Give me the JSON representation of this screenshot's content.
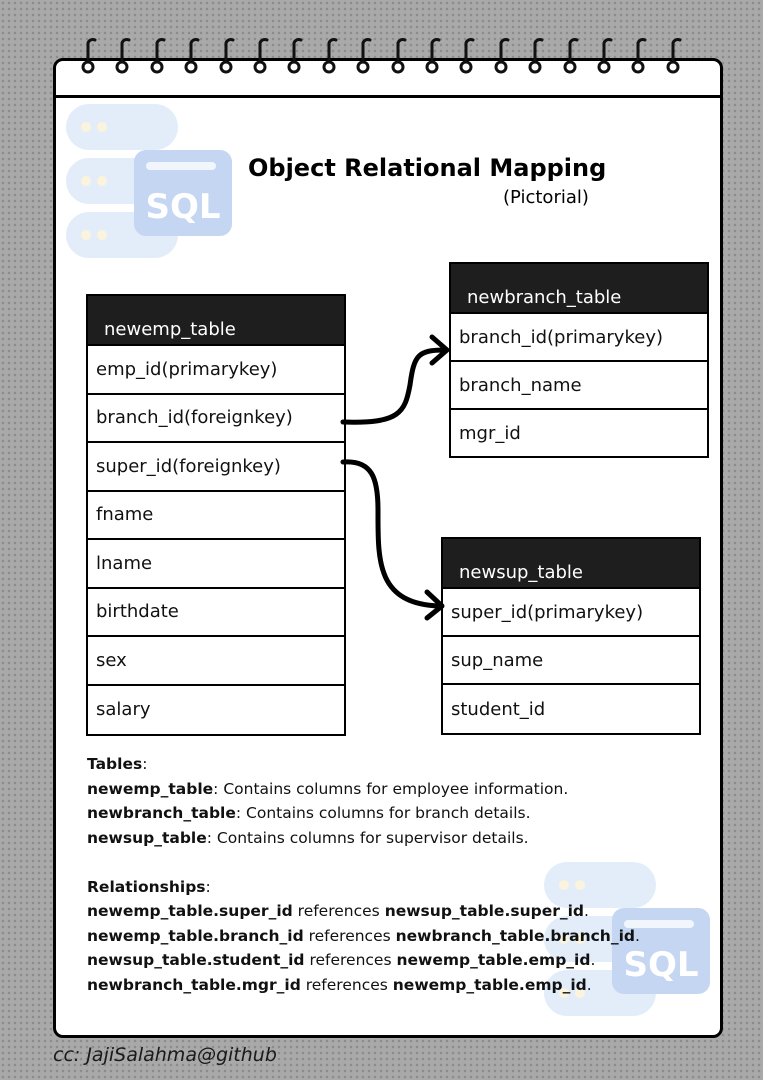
{
  "header": {
    "title": "Object Relational Mapping",
    "subtitle": "(Pictorial)"
  },
  "tables": {
    "newemp": {
      "name": "newemp_table",
      "columns": [
        "emp_id(primarykey)",
        "branch_id(foreignkey)",
        "super_id(foreignkey)",
        "fname",
        "lname",
        "birthdate",
        "sex",
        "salary"
      ]
    },
    "newbranch": {
      "name": "newbranch_table",
      "columns": [
        "branch_id(primarykey)",
        "branch_name",
        "mgr_id"
      ]
    },
    "newsup": {
      "name": "newsup_table",
      "columns": [
        "super_id(primarykey)",
        "sup_name",
        "student_id"
      ]
    }
  },
  "notes": {
    "tables_heading": "Tables",
    "table_descriptions": [
      {
        "name": "newemp_table",
        "text": ": Contains columns for employee information."
      },
      {
        "name": "newbranch_table",
        "text": ": Contains columns for branch details."
      },
      {
        "name": "newsup_table",
        "text": ": Contains columns for supervisor details."
      }
    ],
    "relationships_heading": "Relationships",
    "relationships": [
      {
        "from": "newemp_table.super_id",
        "verb": " references ",
        "to": "newsup_table.super_id",
        "end": "."
      },
      {
        "from": "newemp_table.branch_id",
        "verb": " references ",
        "to": "newbranch_table.branch_id",
        "end": "."
      },
      {
        "from": "newsup_table.student_id",
        "verb": " references ",
        "to": "newemp_table.emp_id",
        "end": "."
      },
      {
        "from": "newbranch_table.mgr_id",
        "verb": " references ",
        "to": "newemp_table.emp_id",
        "end": "."
      }
    ]
  },
  "decoration": {
    "logo_text": "SQL",
    "accent_color": "#5b8fd6"
  },
  "credit": "cc: JajiSalahma@github"
}
